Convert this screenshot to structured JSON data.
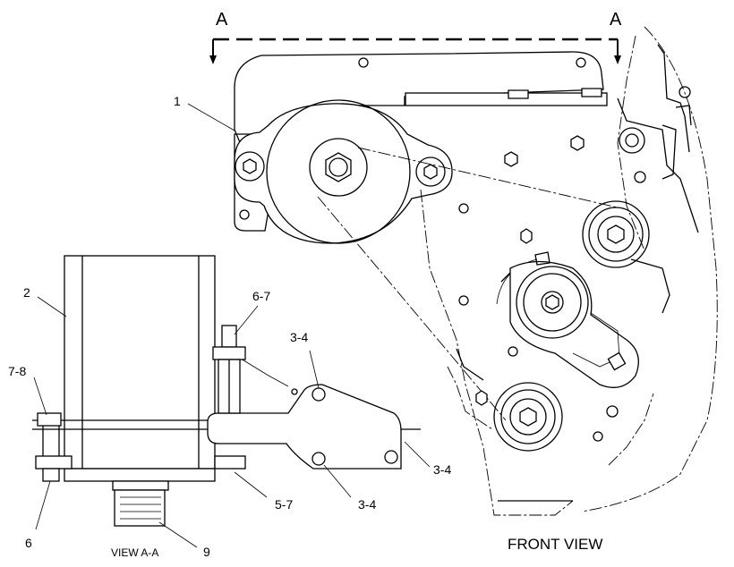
{
  "section_marks": {
    "left": "A",
    "right": "A"
  },
  "callouts": {
    "item_1": "1",
    "item_2": "2",
    "item_6_7": "6-7",
    "item_3_4_top": "3-4",
    "item_7_8": "7-8",
    "item_3_4_right": "3-4",
    "item_5_7": "5-7",
    "item_3_4_bottom": "3-4",
    "item_6": "6",
    "item_9": "9"
  },
  "captions": {
    "view_aa": "VIEW A-A",
    "front_view": "FRONT VIEW"
  }
}
